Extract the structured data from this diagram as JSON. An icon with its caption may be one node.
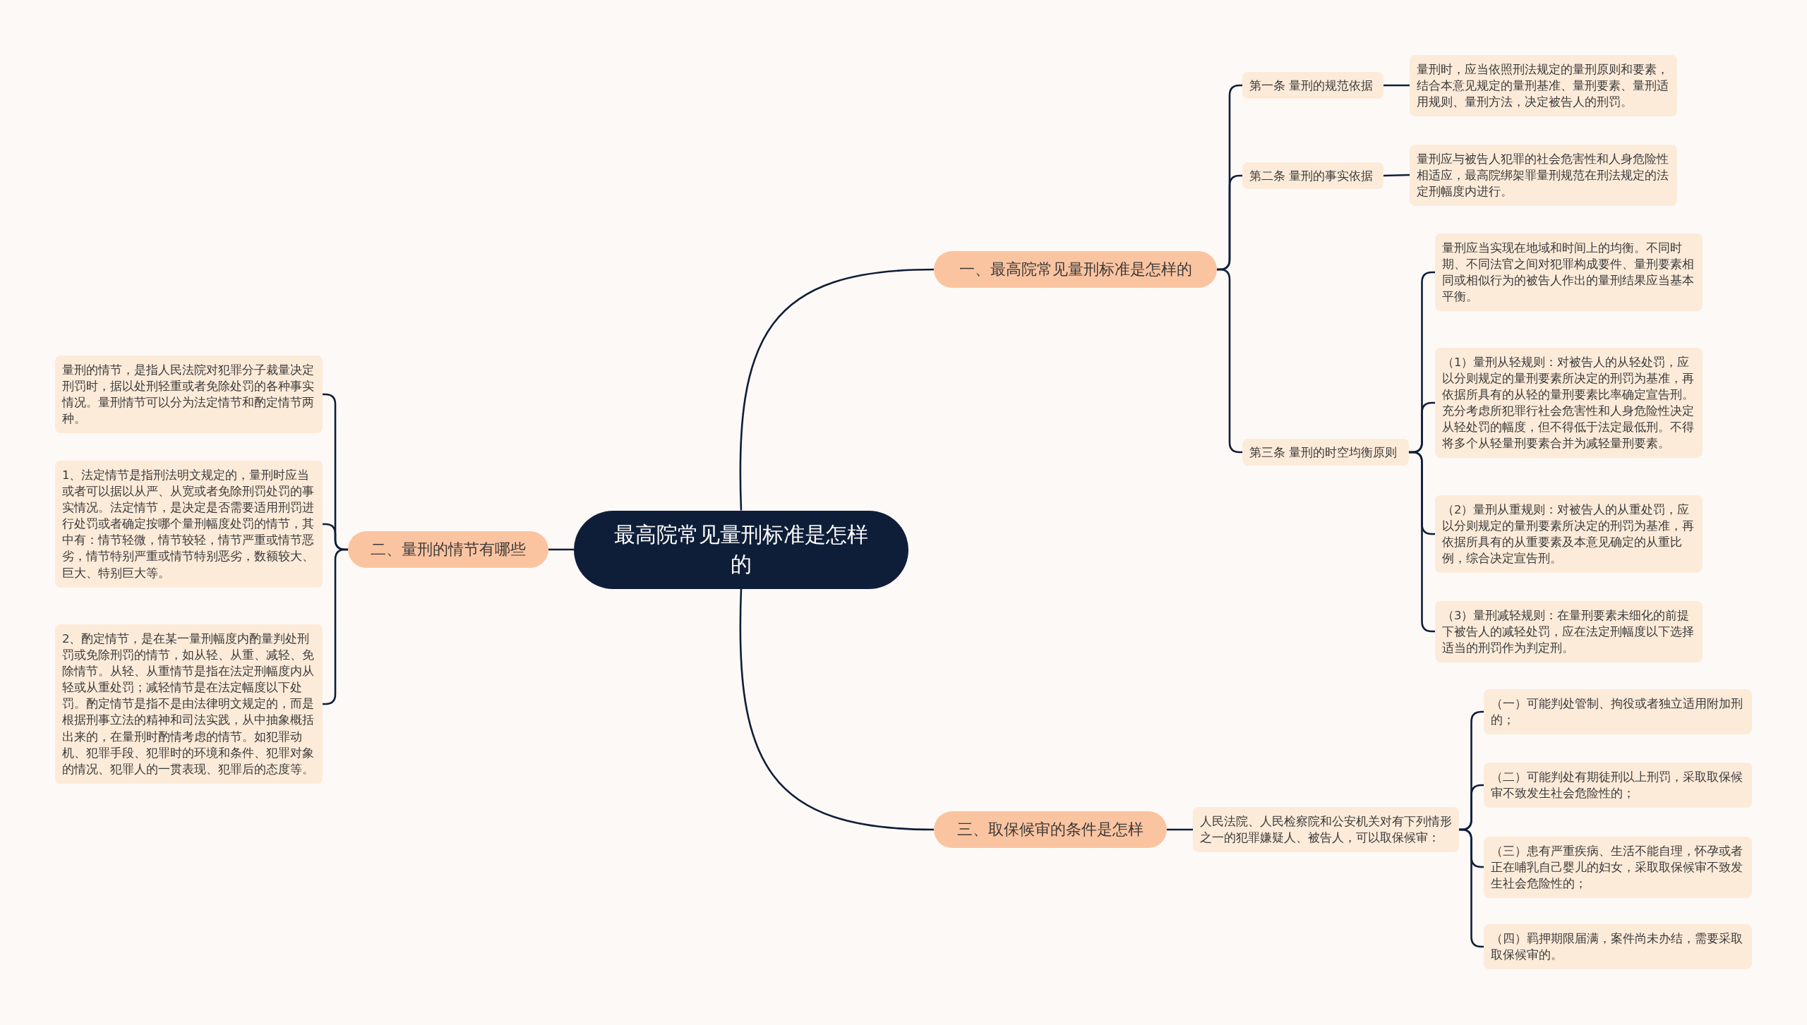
{
  "diagram": {
    "nodes": [
      {
        "text": [
          "最高院常见量刑标准是怎样的"
        ]
      },
      {
        "text": [
          "一、最高院常见量刑标准是怎样的"
        ]
      },
      {
        "text": [
          "二、量刑的情节有哪些"
        ]
      },
      {
        "text": [
          "三、取保候审的条件是怎样"
        ]
      },
      {
        "text": [
          "第一条 量刑的规范依据"
        ]
      },
      {
        "text": [
          "量刑时，应当依照刑法规定的量刑原则和要素，结合本意见规定的量刑基准、量刑要素、量刑适用规则、量刑方法，决定被告人的刑罚。"
        ]
      },
      {
        "text": [
          "第二条 量刑的事实依据"
        ]
      },
      {
        "text": [
          "量刑应与被告人犯罪的社会危害性和人身危险性相适应，最高院绑架罪量刑规范在刑法规定的法定刑幅度内进行。"
        ]
      },
      {
        "text": [
          "第三条 量刑的时空均衡原则"
        ]
      },
      {
        "text": [
          "量刑应当实现在地域和时间上的均衡。不同时期、不同法官之间对犯罪构成要件、量刑要素相同或相似行为的被告人作出的量刑结果应当基本平衡。"
        ]
      },
      {
        "text": [
          "（1）量刑从轻规则：对被告人的从轻处罚，应以分则规定的量刑要素所决定的刑罚为基准，再依据所具有的从轻的量刑要素比率确定宣告刑。充分考虑所犯罪行社会危害性和人身危险性决定从轻处罚的幅度，但不得低于法定最低刑。不得将多个从轻量刑要素合并为减轻量刑要素。"
        ]
      },
      {
        "text": [
          "（2）量刑从重规则：对被告人的从重处罚，应以分则规定的量刑要素所决定的刑罚为基准，再依据所具有的从重要素及本意见确定的从重比例，综合决定宣告刑。"
        ]
      },
      {
        "text": [
          "（3）量刑减轻规则：在量刑要素未细化的前提下被告人的减轻处罚，应在法定刑幅度以下选择适当的刑罚作为判定刑。"
        ]
      },
      {
        "text": [
          "量刑的情节，是指人民法院对犯罪分子裁量决定刑罚时，据以处刑轻重或者免除处罚的各种事实情况。量刑情节可以分为法定情节和酌定情节两种。"
        ]
      },
      {
        "text": [
          "1、法定情节是指刑法明文规定的，量刑时应当或者可以据以从严、从宽或者免除刑罚处罚的事实情况。法定情节，是决定是否需要适用刑罚进行处罚或者确定按哪个量刑幅度处罚的情节，其中有：情节轻微，情节较轻，情节严重或情节恶劣，情节特别严重或情节特别恶劣，数额较大、巨大、特别巨大等。"
        ]
      },
      {
        "text": [
          "2、酌定情节，是在某一量刑幅度内酌量判处刑罚或免除刑罚的情节，如从轻、从重、减轻、免除情节。从轻、从重情节是指在法定刑幅度内从轻或从重处罚；减轻情节是在法定幅度以下处罚。酌定情节是指不是由法律明文规定的，而是根据刑事立法的精神和司法实践，从中抽象概括出来的，在量刑时酌情考虑的情节。如犯罪动机、犯罪手段、犯罪时的环境和条件、犯罪对象的情况、犯罪人的一贯表现、犯罪后的态度等。"
        ]
      },
      {
        "text": [
          "人民法院、人民检察院和公安机关对有下列情形之一的犯罪嫌疑人、被告人，可以取保候审："
        ]
      },
      {
        "text": [
          "（一）可能判处管制、拘役或者独立适用附加刑的；"
        ]
      },
      {
        "text": [
          "（二）可能判处有期徒刑以上刑罚，采取取保候审不致发生社会危险性的；"
        ]
      },
      {
        "text": [
          "（三）患有严重疾病、生活不能自理，怀孕或者正在哺乳自己婴儿的妇女，采取取保候审不致发生社会危险性的；"
        ]
      },
      {
        "text": [
          "（四）羁押期限届满，案件尚未办结，需要采取取保候审的。"
        ]
      }
    ],
    "edges": [
      {
        "from": 0,
        "to": 1,
        "arrow": "none"
      },
      {
        "from": 0,
        "to": 2,
        "arrow": "none"
      },
      {
        "from": 0,
        "to": 3,
        "arrow": "none"
      },
      {
        "from": 1,
        "to": 4,
        "arrow": "none"
      },
      {
        "from": 1,
        "to": 6,
        "arrow": "none"
      },
      {
        "from": 1,
        "to": 8,
        "arrow": "none"
      },
      {
        "from": 4,
        "to": 5,
        "arrow": "none"
      },
      {
        "from": 6,
        "to": 7,
        "arrow": "none"
      },
      {
        "from": 8,
        "to": 9,
        "arrow": "none"
      },
      {
        "from": 8,
        "to": 10,
        "arrow": "none"
      },
      {
        "from": 8,
        "to": 11,
        "arrow": "none"
      },
      {
        "from": 8,
        "to": 12,
        "arrow": "none"
      },
      {
        "from": 2,
        "to": 13,
        "arrow": "none"
      },
      {
        "from": 2,
        "to": 14,
        "arrow": "none"
      },
      {
        "from": 2,
        "to": 15,
        "arrow": "none"
      },
      {
        "from": 3,
        "to": 16,
        "arrow": "none"
      },
      {
        "from": 16,
        "to": 17,
        "arrow": "none"
      },
      {
        "from": 16,
        "to": 18,
        "arrow": "none"
      },
      {
        "from": 16,
        "to": 19,
        "arrow": "none"
      },
      {
        "from": 16,
        "to": 20,
        "arrow": "none"
      }
    ]
  }
}
